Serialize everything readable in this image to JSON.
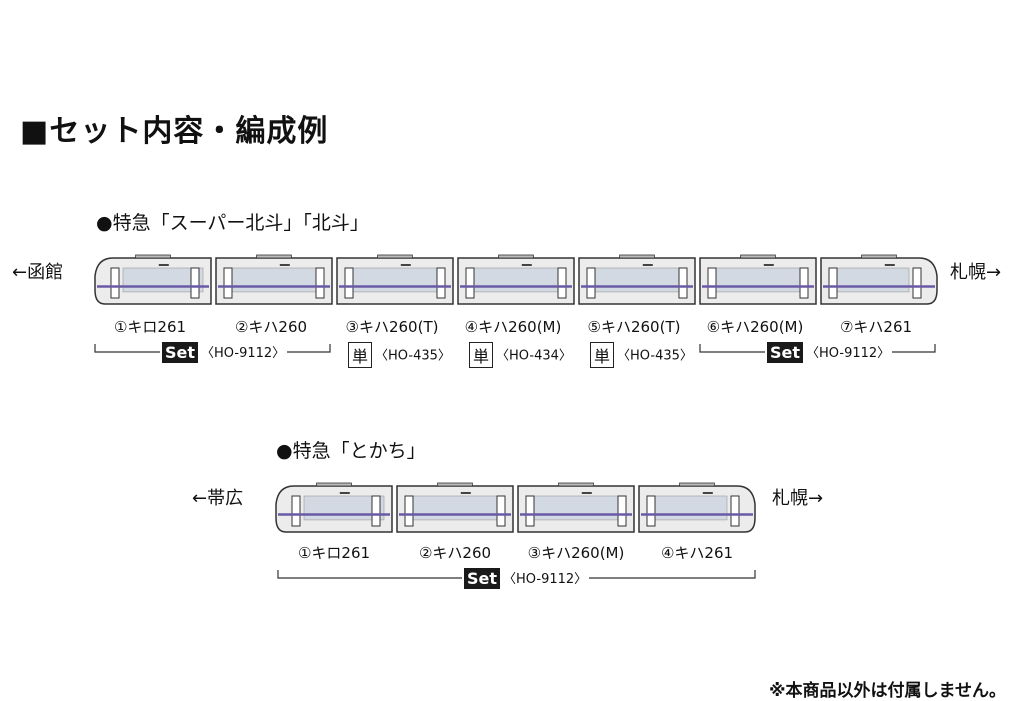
{
  "heading": "■セット内容・編成例",
  "formation1": {
    "title": "●特急「スーパー北斗」「北斗」",
    "dir_left": "←函館",
    "dir_right": "札幌→",
    "cars": [
      {
        "label": "①キロ261",
        "type": "end-left"
      },
      {
        "label": "②キハ260",
        "type": "middle"
      },
      {
        "label": "③キハ260(T)",
        "type": "middle"
      },
      {
        "label": "④キハ260(M)",
        "type": "middle"
      },
      {
        "label": "⑤キハ260(T)",
        "type": "middle"
      },
      {
        "label": "⑥キハ260(M)",
        "type": "middle"
      },
      {
        "label": "⑦キハ261",
        "type": "end-right"
      }
    ],
    "set_a": {
      "badge": "Set",
      "code": "〈HO-9112〉"
    },
    "single_3": {
      "badge": "単",
      "code": "〈HO-435〉"
    },
    "single_4": {
      "badge": "単",
      "code": "〈HO-434〉"
    },
    "single_5": {
      "badge": "単",
      "code": "〈HO-435〉"
    },
    "set_b": {
      "badge": "Set",
      "code": "〈HO-9112〉"
    }
  },
  "formation2": {
    "title": "●特急「とかち」",
    "dir_left": "←帯広",
    "dir_right": "札幌→",
    "cars": [
      {
        "label": "①キロ261",
        "type": "end-left"
      },
      {
        "label": "②キハ260",
        "type": "middle"
      },
      {
        "label": "③キハ260(M)",
        "type": "middle"
      },
      {
        "label": "④キハ261",
        "type": "end-right"
      }
    ],
    "set": {
      "badge": "Set",
      "code": "〈HO-9112〉"
    }
  },
  "note": "※本商品以外は付属しません。",
  "colors": {
    "stripe": "#6a5aa6",
    "body": "#ececec",
    "window": "#d3d9e2",
    "outline": "#333333"
  }
}
